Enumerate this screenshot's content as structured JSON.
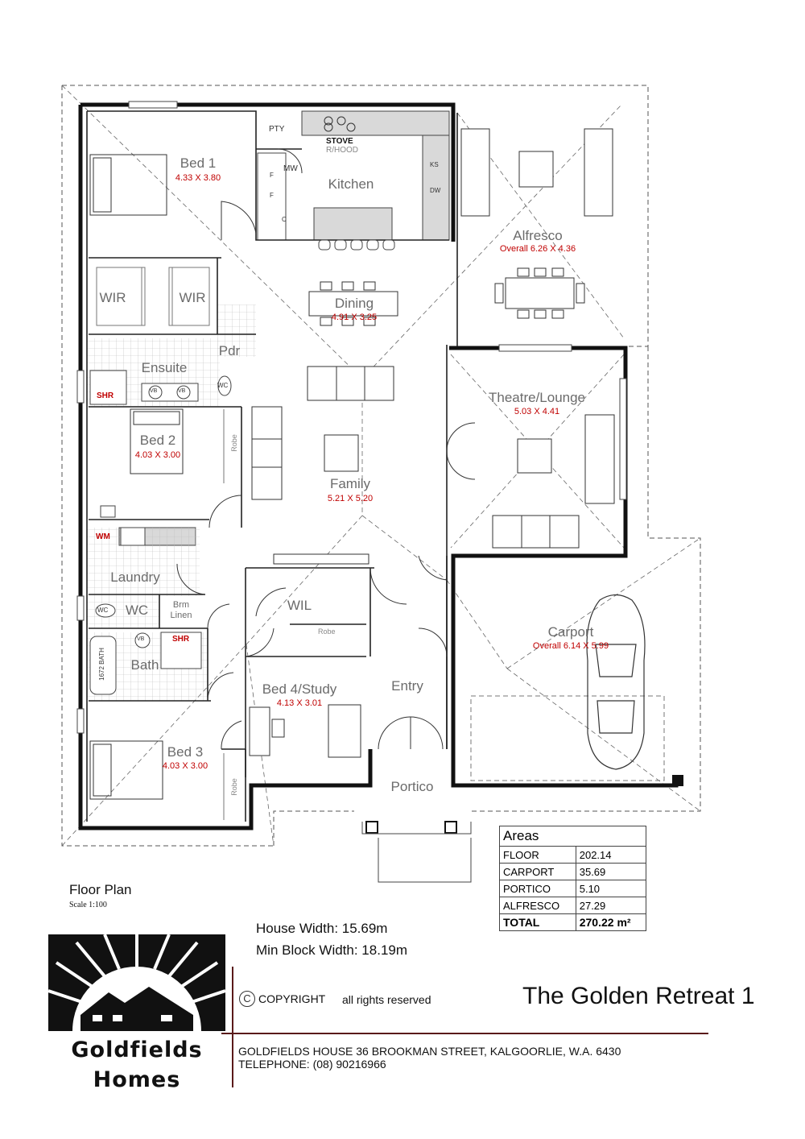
{
  "rooms": {
    "bed1": {
      "name": "Bed 1",
      "dims": "4.33 X 3.80"
    },
    "kitchen": {
      "name": "Kitchen"
    },
    "alfresco": {
      "name": "Alfresco",
      "dims": "Overall  6.26 X 4.36"
    },
    "dining": {
      "name": "Dining",
      "dims": "4.91 X 3.25"
    },
    "wir_left": {
      "name": "WIR"
    },
    "wir_right": {
      "name": "WIR"
    },
    "pdr": {
      "name": "Pdr"
    },
    "ensuite": {
      "name": "Ensuite"
    },
    "theatre": {
      "name": "Theatre/Lounge",
      "dims": "5.03 X 4.41"
    },
    "bed2": {
      "name": "Bed 2",
      "dims": "4.03 X 3.00"
    },
    "family": {
      "name": "Family",
      "dims": "5.21 X 5.20"
    },
    "laundry": {
      "name": "Laundry"
    },
    "wil": {
      "name": "WIL"
    },
    "wc": {
      "name": "WC"
    },
    "linen": {
      "name": "Brm\nLinen"
    },
    "carport": {
      "name": "Carport",
      "dims": "Overall  6.14 X 5.99"
    },
    "bath": {
      "name": "Bath"
    },
    "bed4": {
      "name": "Bed 4/Study",
      "dims": "4.13 X 3.01"
    },
    "entry": {
      "name": "Entry"
    },
    "bed3": {
      "name": "Bed 3",
      "dims": "4.03 X 3.00"
    },
    "portico": {
      "name": "Portico"
    }
  },
  "fixtures": {
    "pty": "PTY",
    "stove": "STOVE",
    "rhood": "R/HOOD",
    "mw": "MW",
    "ks": "KS",
    "dw": "DW",
    "fridge1": "F",
    "fridge2": "F",
    "cupboard": "C",
    "robe_bed2": "Robe",
    "robe_wil": "Robe",
    "robe_bed3": "Robe",
    "shr1": "SHR",
    "shr2": "SHR",
    "wm": "WM",
    "wc1": "WC",
    "wc2": "WC",
    "vb1": "VB",
    "vb2": "VB",
    "vb3": "VB",
    "bath_size": "1672 BATH"
  },
  "areas": {
    "title": "Areas",
    "rows": [
      {
        "label": "FLOOR",
        "value": "202.14"
      },
      {
        "label": "CARPORT",
        "value": "35.69"
      },
      {
        "label": "PORTICO",
        "value": "5.10"
      },
      {
        "label": "ALFRESCO",
        "value": "27.29"
      }
    ],
    "total_label": "TOTAL",
    "total_value": "270.22 m²"
  },
  "titleblock": {
    "floor_plan": "Floor Plan",
    "scale": "Scale 1:100",
    "house_width": "House Width: 15.69m",
    "block_width": "Min Block Width: 18.19m",
    "copyright_symbol": "C",
    "copyright": "COPYRIGHT",
    "rights": "all rights reserved",
    "plan_name": "The Golden Retreat 1",
    "brand_line1": "Goldfields",
    "brand_line2": "Homes",
    "address": "GOLDFIELDS HOUSE 36 BROOKMAN STREET, KALGOORLIE, W.A. 6430",
    "telephone": "TELEPHONE: (08) 90216966"
  },
  "colors": {
    "wall": "#111111",
    "room_label": "#6b6b6b",
    "dimension": "#c00000",
    "bench": "#d9d9d9",
    "title_rule": "#5a1a1a"
  }
}
